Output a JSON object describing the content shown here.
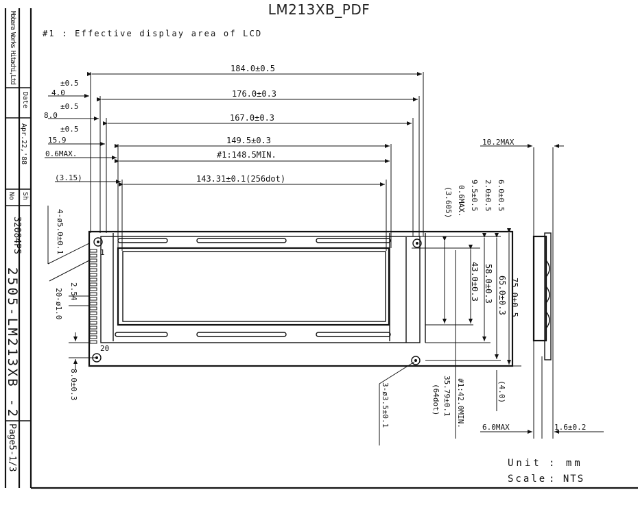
{
  "document": {
    "title": "LM213XB_PDF"
  },
  "note": "#1 : Effective display area of LCD",
  "title_block": {
    "company": "Mobara Works Hitachi,Ltd",
    "date_label": "Date",
    "date": "Apr.22,'88",
    "no_label": "No",
    "sh_label": "Sh",
    "code": "32084PS",
    "drawing_no": "2505-LM213XB -2",
    "page": "Page5-1/3"
  },
  "dims": {
    "w184": "184.0±0.5",
    "w176": "176.0±0.3",
    "w167": "167.0±0.3",
    "w149": "149.5±0.3",
    "w148": "#1:148.5MIN.",
    "w143": "143.31±0.1(256dot)",
    "tol1": "±0.5",
    "off1": "4.0",
    "tol2": "±0.5",
    "off2": "8.0",
    "tol3": "±0.5",
    "off3": "15.9",
    "max06": "0.6MAX.",
    "off4": "(3.15)",
    "hole": "4-ø5.0±0.1",
    "pitch": "2.54",
    "pins": "20-ø1.0",
    "pin1": "1",
    "pin20": "20",
    "h80": "8.0±0.3",
    "mount": "3-ø3.5±0.1",
    "v3605": "(3.605)",
    "v06": "0.6MAX.",
    "v95": "9.5±0.5",
    "v20": "2.0±0.5",
    "v60": "6.0±0.5",
    "v43": "43.0±0.3",
    "v58": "58.0±0.3",
    "v65": "65.0±0.3",
    "v75": "75.0±0.5",
    "v3579": "35.79±0.1",
    "v64dot": "(64dot)",
    "v4142": "#1:42.0MIN.",
    "v40": "(4.0)",
    "t102": "10.2MAX",
    "t60": "6.0MAX",
    "t16": "1.6±0.2"
  },
  "units": {
    "unit_label": "Unit",
    "unit_value": ": mm",
    "scale_label": "Scale",
    "scale_value": ": NTS"
  }
}
